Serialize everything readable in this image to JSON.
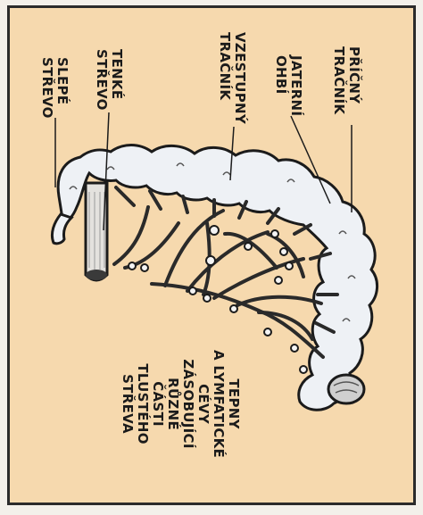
{
  "colors": {
    "background": "#f6d9ae",
    "bowel_fill": "#eef1f5",
    "outline": "#1b1b1b",
    "vessel": "#2a2a2a"
  },
  "labels": {
    "pricny_tracnik": [
      "PŘÍČNÝ",
      "TRAČNÍK"
    ],
    "jaterni_ohbi": [
      "JATERNÍ",
      "OHBÍ"
    ],
    "vzestupny_tracnik": [
      "VZESTUPNÝ",
      "TRAČNÍK"
    ],
    "tenke_strevo": [
      "TENKÉ",
      "STŘEVO"
    ],
    "slepe_strevo": [
      "SLEPÉ",
      "STŘEVO"
    ],
    "caption": [
      "TEPNY",
      "A LYMFATICKÉ",
      "CÉVY",
      "ZÁSOBUJÍCÍ",
      "RŮZNÉ",
      "ČÁSTI",
      "TLUSTÉHO",
      "STŘEVA"
    ]
  }
}
